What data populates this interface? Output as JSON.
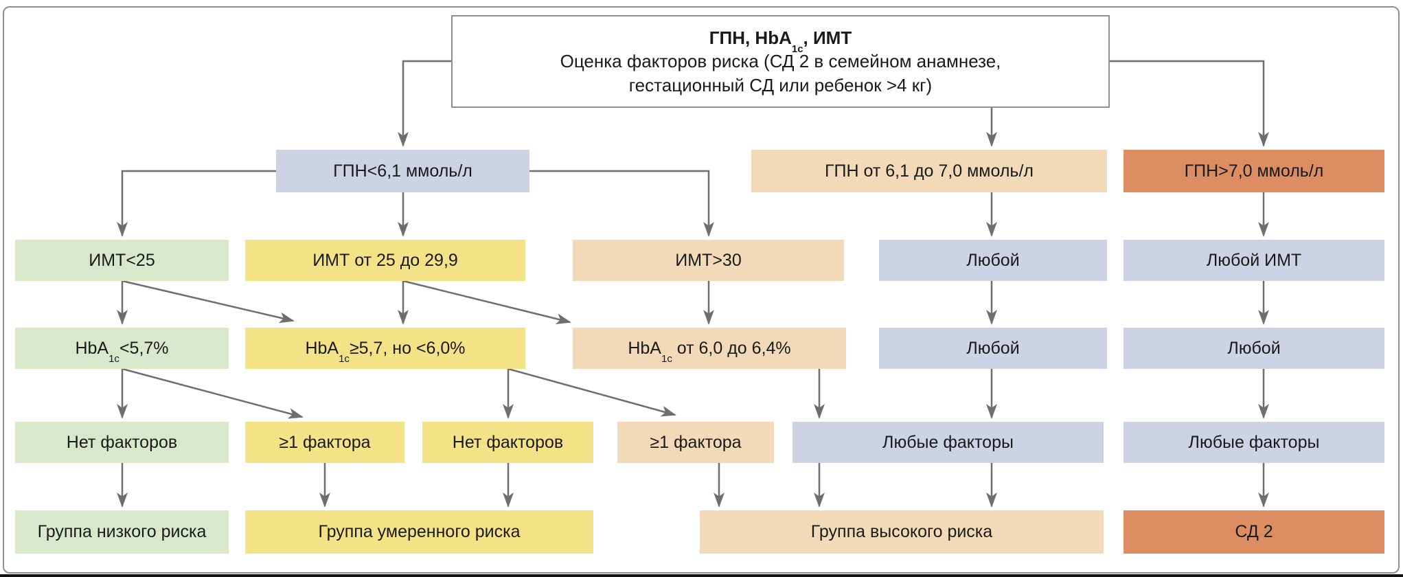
{
  "palette": {
    "green": "#d9e7ca",
    "yellow": "#f4e286",
    "peach": "#f2d9b8",
    "lavender": "#cdd2e4",
    "orange": "#dc8d61",
    "arrow_gray": "#6e6e6e",
    "border_gray": "#8e8e8e",
    "text": "#1a1a1a",
    "bottom_rule": "#141414"
  },
  "top_box": {
    "title_pre": "ГПН, HbA",
    "title_sub": "1c",
    "title_post": ", ИМТ",
    "line2": "Оценка факторов риска (СД 2 в семейном анамнезе,",
    "line3": "гестационный СД или ребенок >4 кг)"
  },
  "boxes": {
    "gpn_low": {
      "pre": "ГПН<6,1 ммоль/л",
      "sub": "",
      "post": ""
    },
    "gpn_mid": {
      "pre": "ГПН от 6,1 до 7,0 ммоль/л",
      "sub": "",
      "post": ""
    },
    "gpn_high": {
      "pre": "ГПН>7,0 ммоль/л",
      "sub": "",
      "post": ""
    },
    "bmi_low": {
      "pre": "ИМТ<25",
      "sub": "",
      "post": ""
    },
    "bmi_mid": {
      "pre": "ИМТ от 25 до 29,9",
      "sub": "",
      "post": ""
    },
    "bmi_high": {
      "pre": "ИМТ>30",
      "sub": "",
      "post": ""
    },
    "bmi_any_c4": {
      "pre": "Любой",
      "sub": "",
      "post": ""
    },
    "bmi_any_c5": {
      "pre": "Любой ИМТ",
      "sub": "",
      "post": ""
    },
    "hba_low": {
      "pre": "HbA",
      "sub": "1c",
      "post": "<5,7%"
    },
    "hba_mid": {
      "pre": "HbA",
      "sub": "1c",
      "post": "≥5,7, но <6,0%"
    },
    "hba_high": {
      "pre": "HbA",
      "sub": "1c",
      "post": " от 6,0 до 6,4%"
    },
    "hba_any_c4": {
      "pre": "Любой",
      "sub": "",
      "post": ""
    },
    "hba_any_c5": {
      "pre": "Любой",
      "sub": "",
      "post": ""
    },
    "factors_none_c1": {
      "pre": "Нет факторов",
      "sub": "",
      "post": ""
    },
    "factors_ge1_c2": {
      "pre": "≥1 фактора",
      "sub": "",
      "post": ""
    },
    "factors_none_c2": {
      "pre": "Нет факторов",
      "sub": "",
      "post": ""
    },
    "factors_ge1_c3": {
      "pre": "≥1 фактора",
      "sub": "",
      "post": ""
    },
    "factors_any_c4": {
      "pre": "Любые факторы",
      "sub": "",
      "post": ""
    },
    "factors_any_c5": {
      "pre": "Любые факторы",
      "sub": "",
      "post": ""
    },
    "risk_low": {
      "pre": "Группа низкого риска",
      "sub": "",
      "post": ""
    },
    "risk_mod": {
      "pre": "Группа умеренного риска",
      "sub": "",
      "post": ""
    },
    "risk_high": {
      "pre": "Группа высокого риска",
      "sub": "",
      "post": ""
    },
    "dm2": {
      "pre": "СД 2",
      "sub": "",
      "post": ""
    }
  }
}
